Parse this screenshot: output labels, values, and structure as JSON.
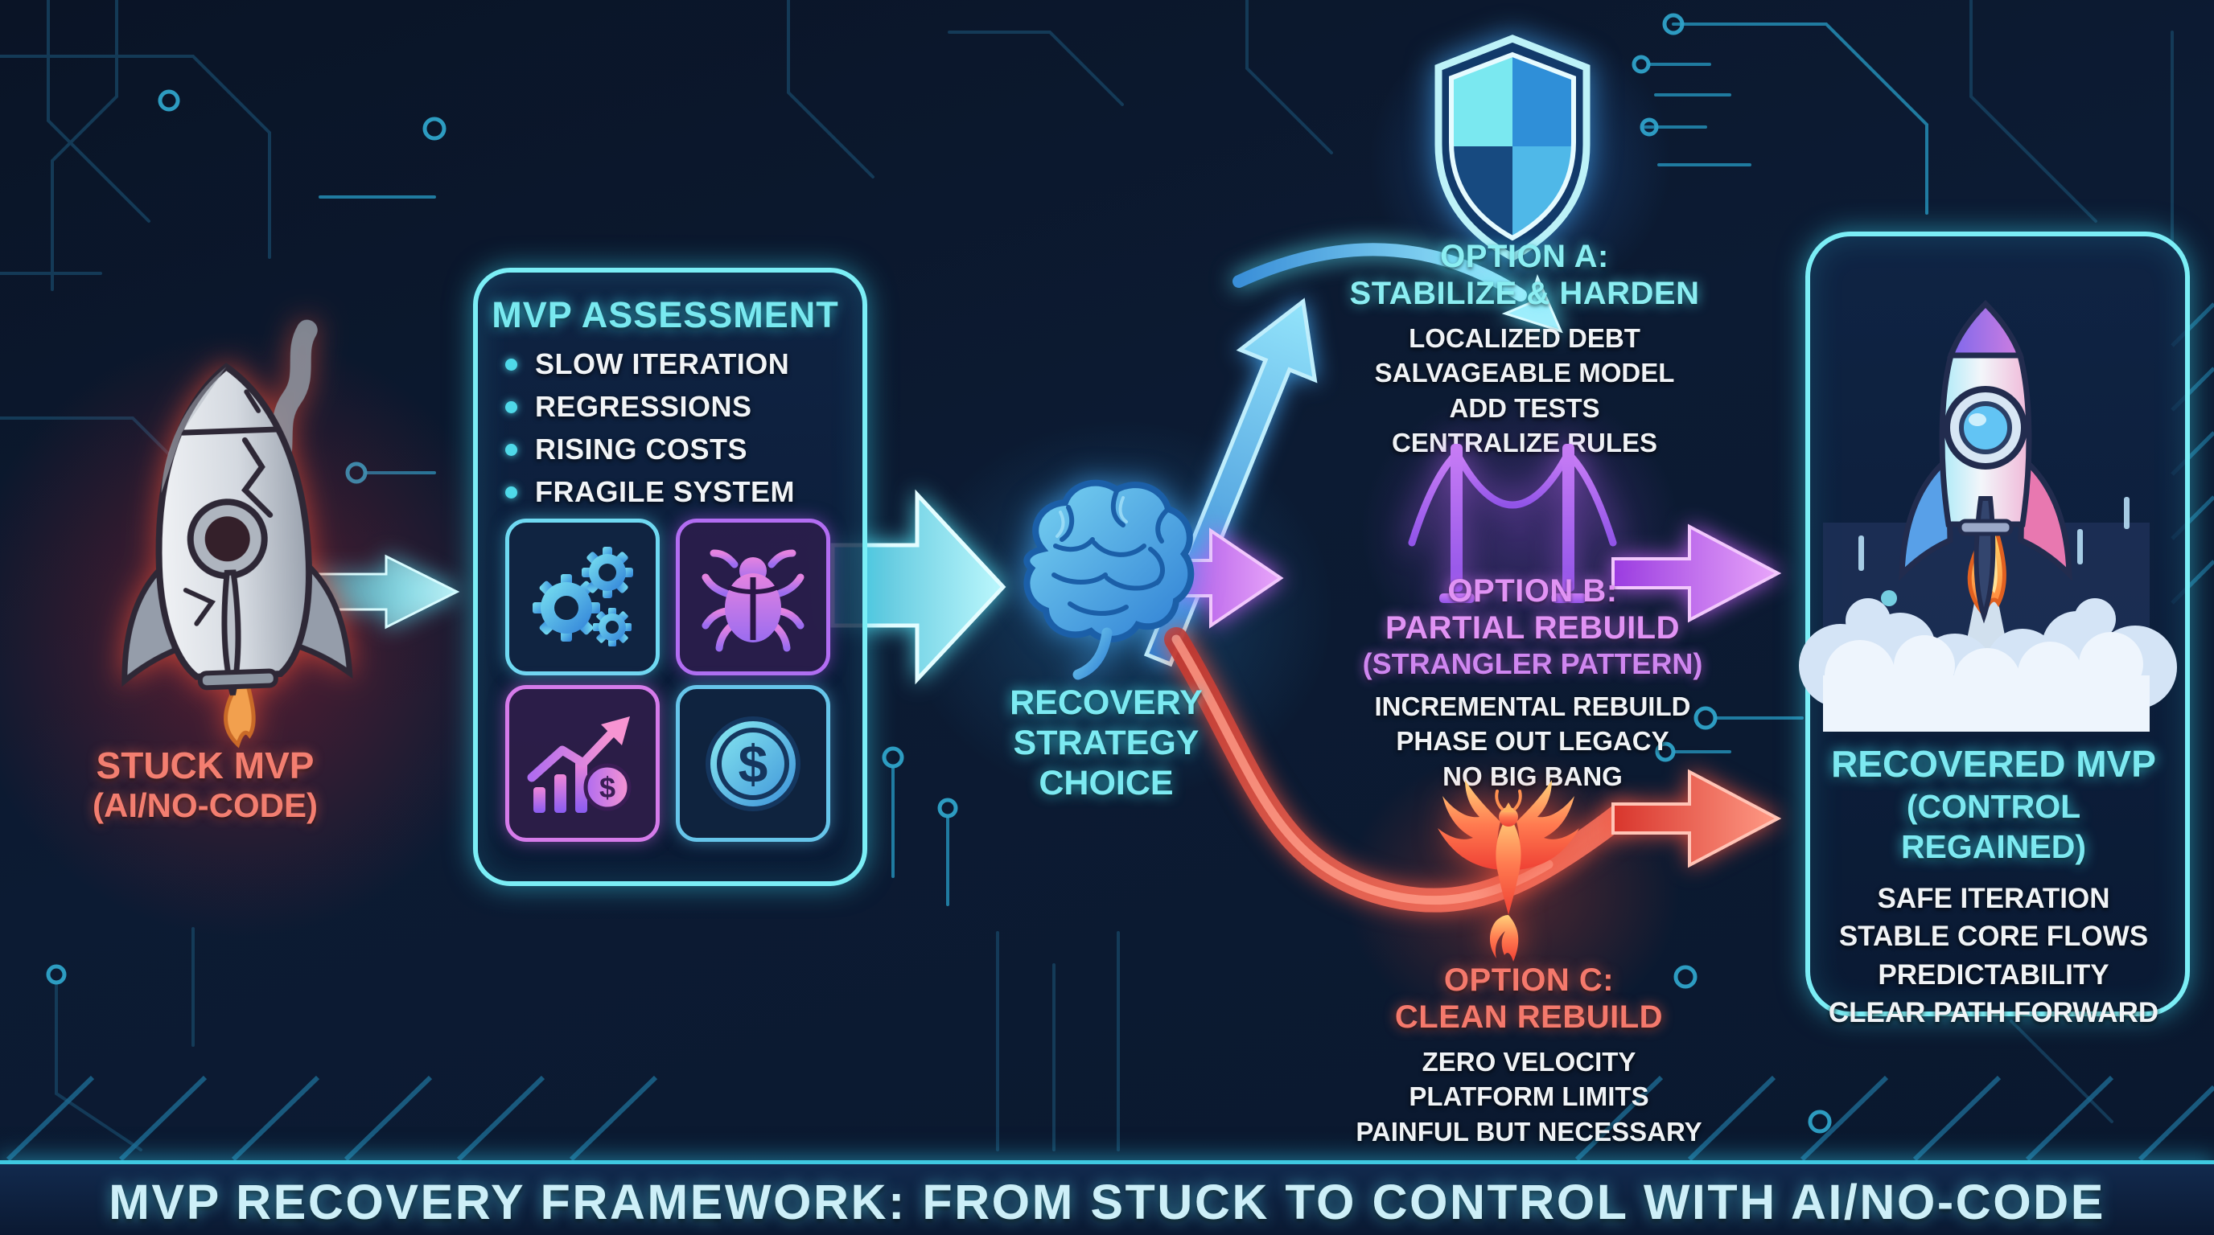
{
  "stuck": {
    "title": "STUCK MVP",
    "subtitle": "(AI/NO-CODE)",
    "icon": "broken-rocket-icon"
  },
  "assessment": {
    "title": "MVP ASSESSMENT",
    "items": [
      "SLOW ITERATION",
      "REGRESSIONS",
      "RISING COSTS",
      "FRAGILE SYSTEM"
    ],
    "icons": [
      "gears-icon",
      "bug-icon",
      "growth-chart-icon",
      "dollar-coin-icon"
    ]
  },
  "strategy": {
    "line1": "RECOVERY",
    "line2": "STRATEGY",
    "line3": "CHOICE",
    "icon": "brain-icon"
  },
  "option_a": {
    "heading1": "OPTION A:",
    "heading2": "STABILIZE & HARDEN",
    "items": [
      "LOCALIZED DEBT",
      "SALVAGEABLE MODEL",
      "ADD TESTS",
      "CENTRALIZE RULES"
    ],
    "icon": "shield-icon"
  },
  "option_b": {
    "heading1": "OPTION B:",
    "heading2": "PARTIAL REBUILD",
    "heading3": "(STRANGLER PATTERN)",
    "items": [
      "INCREMENTAL REBUILD",
      "PHASE OUT LEGACY",
      "NO BIG BANG"
    ],
    "icon": "bridge-icon"
  },
  "option_c": {
    "heading1": "OPTION C:",
    "heading2": "CLEAN REBUILD",
    "items": [
      "ZERO VELOCITY",
      "PLATFORM LIMITS",
      "PAINFUL BUT NECESSARY"
    ],
    "icon": "phoenix-icon"
  },
  "recovered": {
    "title": "RECOVERED MVP",
    "subtitle": "(CONTROL REGAINED)",
    "items": [
      "SAFE ITERATION",
      "STABLE CORE FLOWS",
      "PREDICTABILITY",
      "CLEAR PATH FORWARD"
    ],
    "icon": "launching-rocket-icon"
  },
  "footer": {
    "title": "MVP RECOVERY FRAMEWORK: FROM STUCK TO CONTROL WITH AI/NO-CODE"
  },
  "colors": {
    "accent_cyan": "#7beef6",
    "accent_blue": "#3f8fd8",
    "accent_purple": "#c06cf2",
    "accent_red": "#e8473c",
    "heading_cyan": "#79e9f0",
    "heading_pink": "#e193f4",
    "heading_red": "#f4796c",
    "body_white": "#f0f3f6",
    "background_navy": "#0c1b33"
  }
}
